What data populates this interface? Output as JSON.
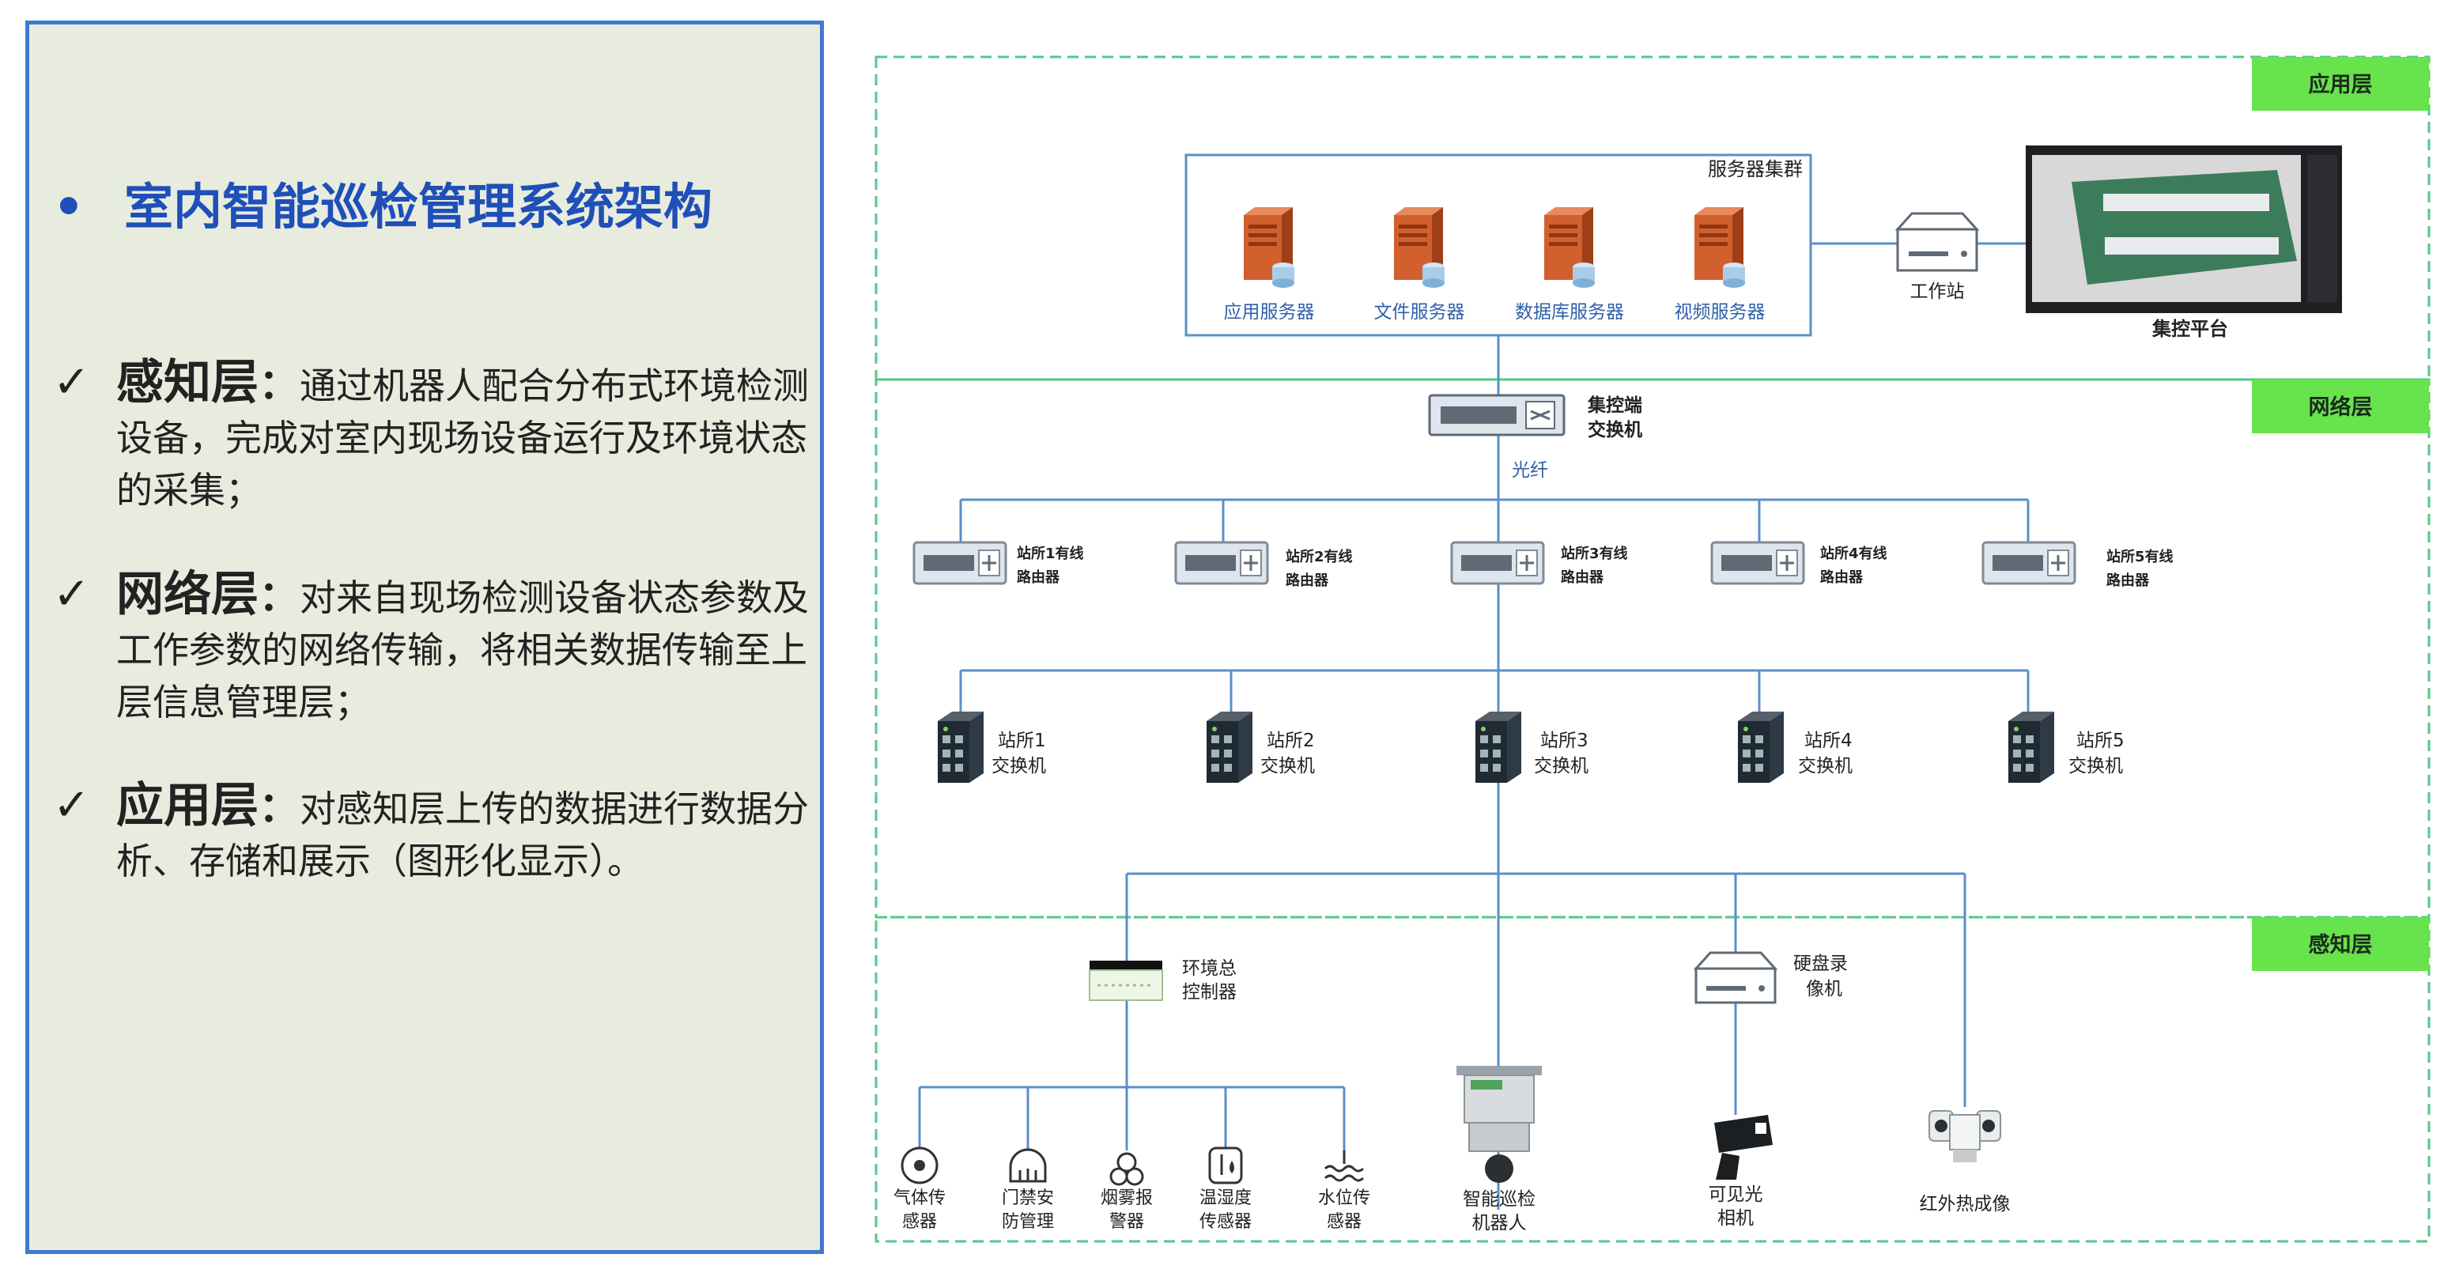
{
  "left": {
    "bullet": "•",
    "title": "室内智能巡检管理系统架构",
    "check": "✓",
    "items": [
      {
        "name": "感知层",
        "colon": "：",
        "text": "通过机器人配合分布式环境检测设备，完成对室内现场设备运行及环境状态的采集；"
      },
      {
        "name": "网络层",
        "colon": "：",
        "text": "对来自现场检测设备状态参数及工作参数的网络传输，将相关数据传输至上层信息管理层；"
      },
      {
        "name": "应用层",
        "colon": "：",
        "text": "对感知层上传的数据进行数据分析、存储和展示（图形化显示）。"
      }
    ]
  },
  "diagram": {
    "layers": {
      "app": "应用层",
      "net": "网络层",
      "sense": "感知层"
    },
    "server_cluster": "服务器集群",
    "servers": [
      "应用服务器",
      "文件服务器",
      "数据库服务器",
      "视频服务器"
    ],
    "workstation": "工作站",
    "platform": "集控平台",
    "core_switch": [
      "集控端",
      "交换机"
    ],
    "fiber": "光纤",
    "routers": [
      [
        "站所1有线",
        "路由器"
      ],
      [
        "站所2有线",
        "路由器"
      ],
      [
        "站所3有线",
        "路由器"
      ],
      [
        "站所4有线",
        "路由器"
      ],
      [
        "站所5有线",
        "路由器"
      ]
    ],
    "switches": [
      [
        "站所1",
        "交换机"
      ],
      [
        "站所2",
        "交换机"
      ],
      [
        "站所3",
        "交换机"
      ],
      [
        "站所4",
        "交换机"
      ],
      [
        "站所5",
        "交换机"
      ]
    ],
    "env_controller": [
      "环境总",
      "控制器"
    ],
    "nvr": [
      "硬盘录",
      "像机"
    ],
    "sensors": [
      [
        "气体传",
        "感器"
      ],
      [
        "门禁安",
        "防管理"
      ],
      [
        "烟雾报",
        "警器"
      ],
      [
        "温湿度",
        "传感器"
      ],
      [
        "水位传",
        "感器"
      ]
    ],
    "robot": [
      "智能巡检",
      "机器人"
    ],
    "camera": [
      "可见光",
      "相机"
    ],
    "thermal": "红外热成像"
  },
  "colors": {
    "panel_border": "#3f78cf",
    "panel_bg": "#e8ecdf",
    "title": "#1f4fb8",
    "tag": "#67e34c",
    "dashed": "#52c88a",
    "line": "#5b8fc7",
    "server": "#d2602e"
  }
}
